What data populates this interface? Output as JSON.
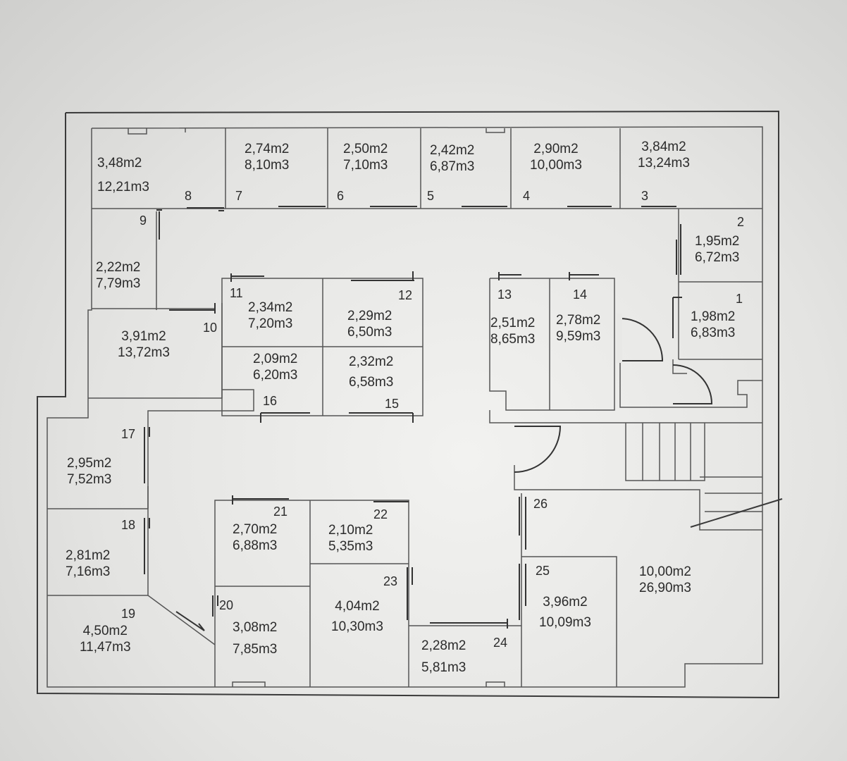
{
  "rooms": [
    {
      "no": "1",
      "area": "1,98m2",
      "volume": "6,83m3"
    },
    {
      "no": "2",
      "area": "1,95m2",
      "volume": "6,72m3"
    },
    {
      "no": "3",
      "area": "3,84m2",
      "volume": "13,24m3"
    },
    {
      "no": "4",
      "area": "2,90m2",
      "volume": "10,00m3"
    },
    {
      "no": "5",
      "area": "2,42m2",
      "volume": "6,87m3"
    },
    {
      "no": "6",
      "area": "2,50m2",
      "volume": "7,10m3"
    },
    {
      "no": "7",
      "area": "2,74m2",
      "volume": "8,10m3"
    },
    {
      "no": "8",
      "area": "3,48m2",
      "volume": "12,21m3"
    },
    {
      "no": "9",
      "area": "2,22m2",
      "volume": "7,79m3"
    },
    {
      "no": "10",
      "area": "3,91m2",
      "volume": "13,72m3"
    },
    {
      "no": "11",
      "area": "2,34m2",
      "volume": "7,20m3"
    },
    {
      "no": "12",
      "area": "2,29m2",
      "volume": "6,50m3"
    },
    {
      "no": "13",
      "area": "2,51m2",
      "volume": "8,65m3"
    },
    {
      "no": "14",
      "area": "2,78m2",
      "volume": "9,59m3"
    },
    {
      "no": "15",
      "area": "2,32m2",
      "volume": "6,58m3"
    },
    {
      "no": "16",
      "area": "2,09m2",
      "volume": "6,20m3"
    },
    {
      "no": "17",
      "area": "2,95m2",
      "volume": "7,52m3"
    },
    {
      "no": "18",
      "area": "2,81m2",
      "volume": "7,16m3"
    },
    {
      "no": "19",
      "area": "4,50m2",
      "volume": "11,47m3"
    },
    {
      "no": "20",
      "area": "3,08m2",
      "volume": "7,85m3"
    },
    {
      "no": "21",
      "area": "2,70m2",
      "volume": "6,88m3"
    },
    {
      "no": "22",
      "area": "2,10m2",
      "volume": "5,35m3"
    },
    {
      "no": "23",
      "area": "4,04m2",
      "volume": "10,30m3"
    },
    {
      "no": "24",
      "area": "2,28m2",
      "volume": "5,81m3"
    },
    {
      "no": "25",
      "area": "3,96m2",
      "volume": "10,09m3"
    },
    {
      "no": "26",
      "area": "10,00m2",
      "volume": "26,90m3"
    }
  ]
}
